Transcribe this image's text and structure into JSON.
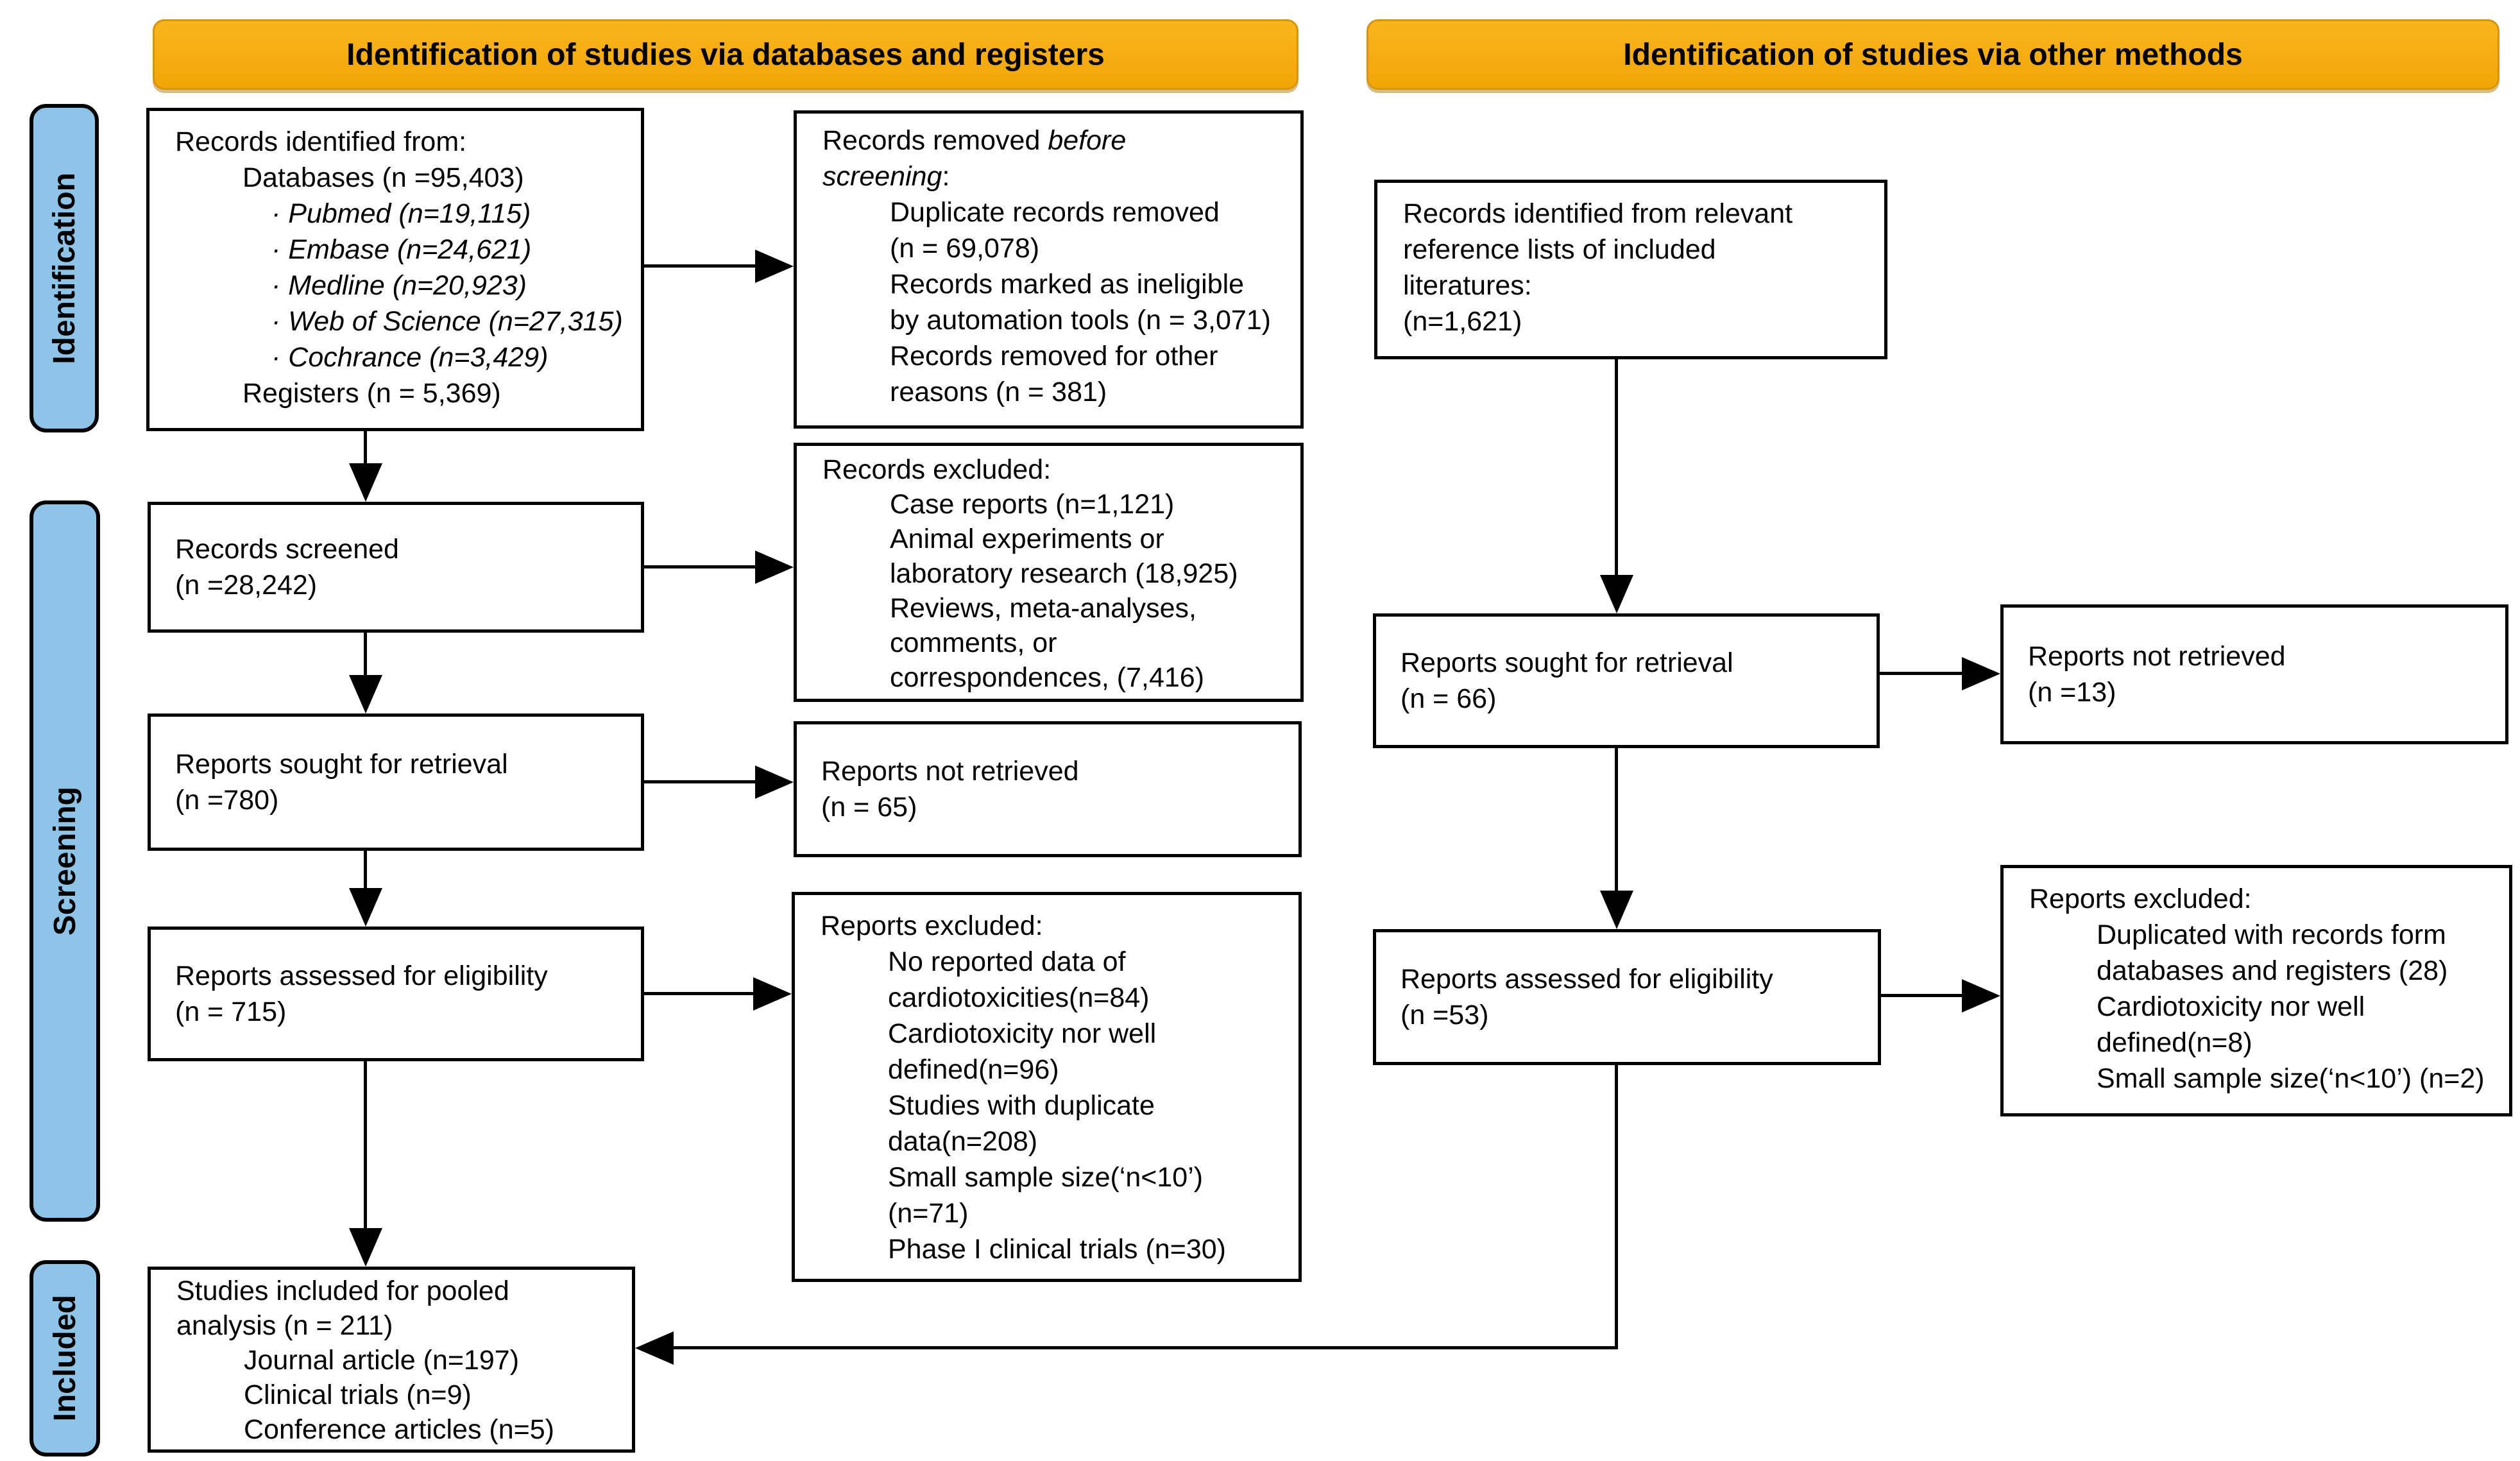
{
  "figure_title": "PRISMA flow diagram of study selection",
  "colors": {
    "banner_bg": "#F5A90C",
    "banner_border": "#D9950A",
    "stage_label_bg": "#8FC4E9",
    "box_border": "#000000"
  },
  "headers": {
    "left": "Identification of studies via databases and registers",
    "right": "Identification of studies via other methods"
  },
  "sidebar": {
    "identification": "Identification",
    "screening": "Screening",
    "included": "Included"
  },
  "boxes": {
    "records_identified": {
      "lines": [
        "Records identified from:",
        "Databases (n =95,403)",
        "· Pubmed (n=19,115)",
        "· Embase (n=24,621)",
        "· Medline (n=20,923)",
        "· Web of Science (n=27,315)",
        "· Cochrance (n=3,429)",
        "Registers (n = 5,369)"
      ]
    },
    "records_removed": {
      "title1_plain": "Records removed ",
      "title1_italic": "before",
      "title2_italic": "screening",
      "title2_plain": ":",
      "items": [
        "Duplicate records removed",
        "(n = 69,078)",
        "Records marked as ineligible",
        "by automation tools (n = 3,071)",
        "Records removed for other",
        "reasons (n = 381)"
      ]
    },
    "records_screened": {
      "lines": [
        "Records screened",
        "(n =28,242)"
      ]
    },
    "records_excluded": {
      "title": "Records excluded:",
      "items": [
        "Case reports (n=1,121)",
        "Animal experiments or",
        "laboratory research (18,925)",
        "Reviews, meta-analyses,",
        "comments, or",
        "correspondences, (7,416)"
      ]
    },
    "reports_sought": {
      "lines": [
        "Reports sought for retrieval",
        "(n =780)"
      ]
    },
    "reports_not_retrieved": {
      "lines": [
        "Reports not retrieved",
        "(n = 65)"
      ]
    },
    "reports_assessed": {
      "lines": [
        "Reports assessed for eligibility",
        "(n = 715)"
      ]
    },
    "reports_excluded": {
      "title": "Reports excluded:",
      "items": [
        "No reported data of",
        "cardiotoxicities(n=84)",
        "Cardiotoxicity nor well",
        "defined(n=96)",
        "Studies with duplicate",
        "data(n=208)",
        "Small sample size(‘n<10’)",
        "(n=71)",
        "Phase I clinical trials (n=30)"
      ]
    },
    "studies_included": {
      "lines": [
        "Studies included for pooled",
        "analysis (n = 211)"
      ],
      "items": [
        "Journal article (n=197)",
        "Clinical trials (n=9)",
        "Conference articles (n=5)"
      ]
    },
    "other_records_identified": {
      "lines": [
        "Records identified from relevant",
        "reference lists of included",
        "literatures:",
        "(n=1,621)"
      ]
    },
    "other_reports_sought": {
      "lines": [
        "Reports sought for retrieval",
        "(n = 66)"
      ]
    },
    "other_reports_not_retrieved": {
      "lines": [
        "Reports not retrieved",
        "(n =13)"
      ]
    },
    "other_reports_assessed": {
      "lines": [
        "Reports assessed for eligibility",
        "(n =53)"
      ]
    },
    "other_reports_excluded": {
      "title": "Reports excluded:",
      "items": [
        "Duplicated with records form",
        "databases and registers (28)",
        "Cardiotoxicity nor well",
        "defined(n=8)",
        "Small sample size(‘n<10’) (n=2)"
      ]
    }
  }
}
